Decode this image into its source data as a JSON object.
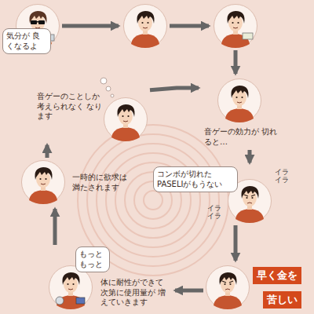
{
  "diagram": {
    "nodes": [
      {
        "text": [
          "気分が 良くなるよ"
        ]
      },
      {
        "text": []
      },
      {
        "text": []
      },
      {
        "text": [
          "音ゲーの効力が 切れると…"
        ]
      },
      {
        "text": [
          "コンボが切れた PASELIがもうない"
        ]
      },
      {
        "text": [
          "早く金を",
          "苦しい"
        ]
      },
      {
        "text": [
          "もっと もっと",
          "体に耐性ができて 次第に使用量が 増えていきます"
        ]
      },
      {
        "text": [
          "一時的に欲求は 満たされます"
        ]
      },
      {
        "text": [
          "音ゲーのことしか 考えられなく なります"
        ]
      }
    ],
    "edges": [
      {
        "from": 0,
        "to": 1,
        "arrow": "to"
      },
      {
        "from": 1,
        "to": 2,
        "arrow": "to"
      },
      {
        "from": 2,
        "to": 3,
        "arrow": "to"
      },
      {
        "from": 3,
        "to": 4,
        "arrow": "to"
      },
      {
        "from": 4,
        "to": 5,
        "arrow": "to"
      },
      {
        "from": 5,
        "to": 6,
        "arrow": "to"
      },
      {
        "from": 6,
        "to": 7,
        "arrow": "to"
      },
      {
        "from": 7,
        "to": 8,
        "arrow": "to"
      },
      {
        "from": 8,
        "to": 3,
        "arrow": "to"
      }
    ],
    "labels": [
      "イラ イラ",
      "イラ イラ"
    ]
  }
}
